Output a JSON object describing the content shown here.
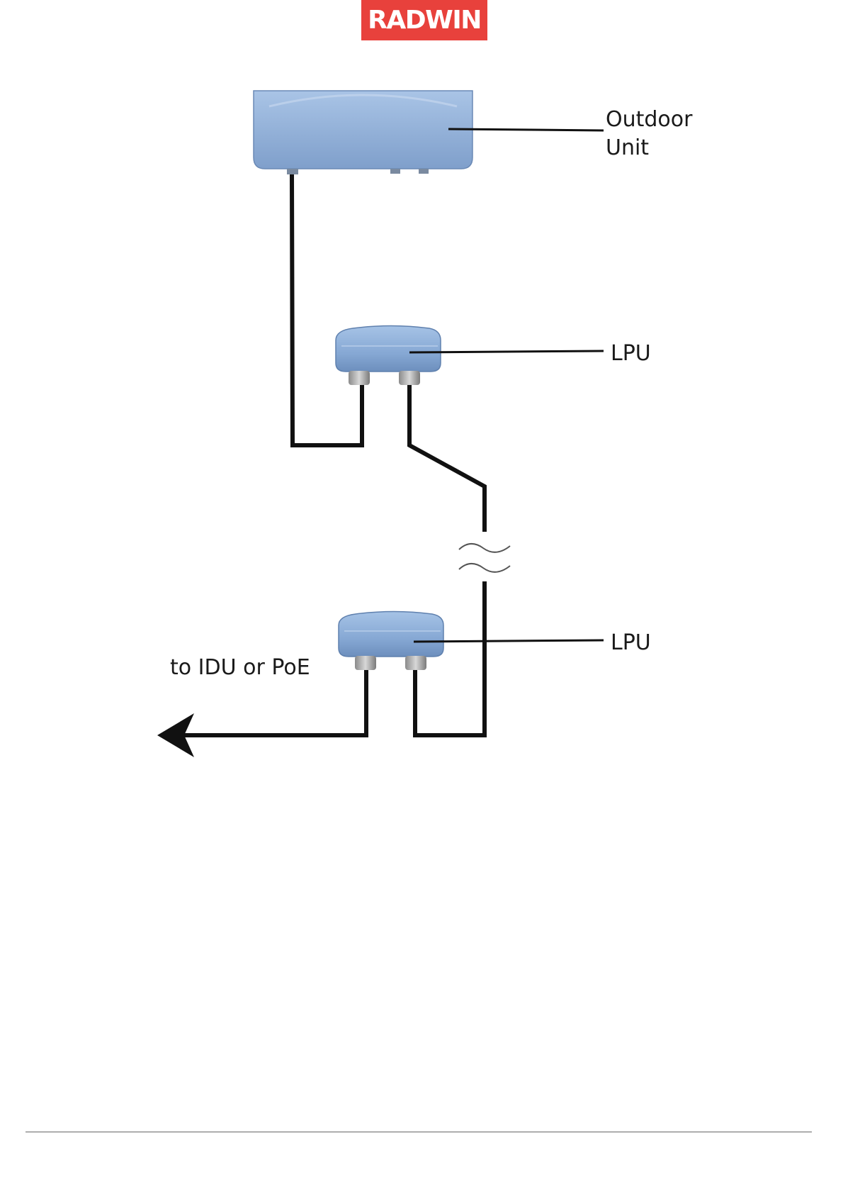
{
  "header": {
    "logo_text": "RADWIN"
  },
  "diagram": {
    "outdoor_unit_label_line1": "Outdoor",
    "outdoor_unit_label_line2": "Unit",
    "lpu_top_label": "LPU",
    "lpu_bottom_label": "LPU",
    "destination_label": "to IDU or PoE",
    "break_symbol": "≈"
  },
  "colors": {
    "brand": "#e8413c",
    "device_blue": "#8fb0d8",
    "cable": "#111111"
  }
}
